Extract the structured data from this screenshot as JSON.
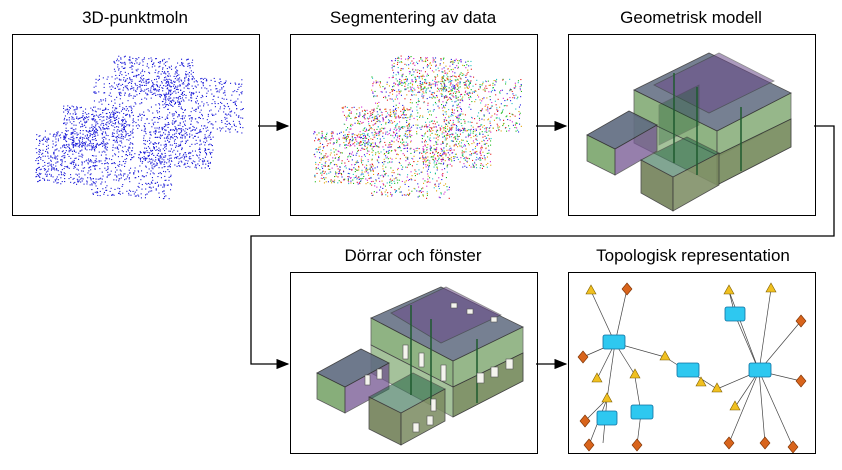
{
  "steps": [
    {
      "title": "3D-punktmoln"
    },
    {
      "title": "Segmentering av data"
    },
    {
      "title": "Geometrisk modell"
    },
    {
      "title": "Dörrar och fönster"
    },
    {
      "title": "Topologisk representation"
    }
  ],
  "colors": {
    "point_cloud": "#1a1ad8",
    "segment_palette": [
      "#e01818",
      "#18b818",
      "#2020e0",
      "#d020d0",
      "#20c0c0",
      "#e0a000"
    ],
    "roof": "#5f6b80",
    "wall_green": "#6a9a5a",
    "wall_purple": "#6a4a8a",
    "node_room": "#2ec8f0",
    "node_triangle": "#f0c020",
    "node_diamond": "#d8641c"
  }
}
